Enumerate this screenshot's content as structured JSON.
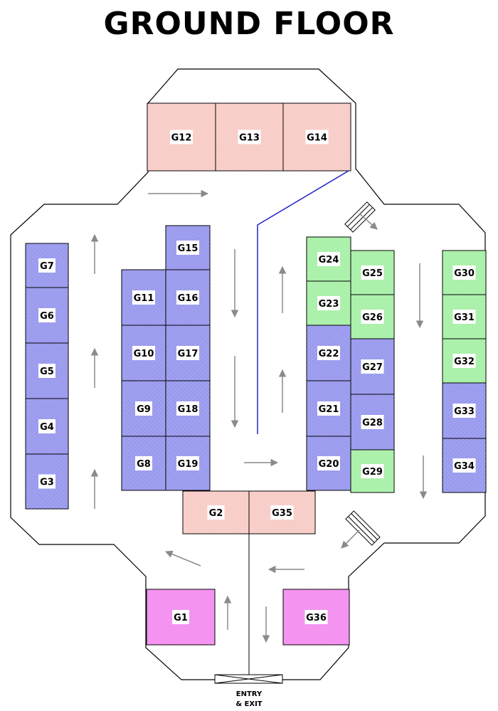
{
  "title": "GROUND FLOOR",
  "entry_label_line1": "ENTRY",
  "entry_label_line2": "& EXIT",
  "colors": {
    "blue": "#9a9aee",
    "green": "#a9f0a9",
    "pink": "#f8cdc8",
    "magenta": "#f490f0",
    "outline": "#000000",
    "arrow": "#8a8a8a",
    "blue_line": "#2222cc"
  },
  "stalls": {
    "G1": "G1",
    "G2": "G2",
    "G3": "G3",
    "G4": "G4",
    "G5": "G5",
    "G6": "G6",
    "G7": "G7",
    "G8": "G8",
    "G9": "G9",
    "G10": "G10",
    "G11": "G11",
    "G12": "G12",
    "G13": "G13",
    "G14": "G14",
    "G15": "G15",
    "G16": "G16",
    "G17": "G17",
    "G18": "G18",
    "G19": "G19",
    "G20": "G20",
    "G21": "G21",
    "G22": "G22",
    "G23": "G23",
    "G24": "G24",
    "G25": "G25",
    "G26": "G26",
    "G27": "G27",
    "G28": "G28",
    "G29": "G29",
    "G30": "G30",
    "G31": "G31",
    "G32": "G32",
    "G33": "G33",
    "G34": "G34",
    "G35": "G35",
    "G36": "G36"
  }
}
